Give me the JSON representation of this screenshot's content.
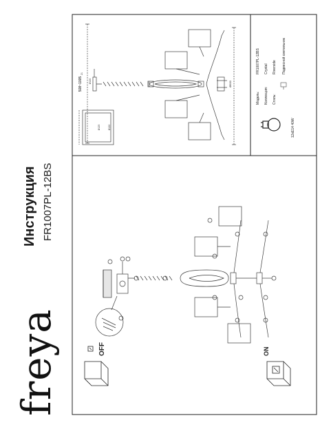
{
  "brand": "freya",
  "title": "Инструкция",
  "model_code": "FR1007PL-12BS",
  "spec_table": {
    "model_label": "Модель:",
    "model_value": "FR1007PL-12BS",
    "collection_label": "Коллекция:",
    "collection_value": "Crystal",
    "style_label": "Стиль:",
    "style_value": "Riverside",
    "type_value": "Подвесной светильник"
  },
  "lamp_spec": "12xE14 40W",
  "dimensions": {
    "top_width": "508~1005",
    "canopy_dia": "Ø120",
    "canopy_height": "21",
    "total_height": "Ø600",
    "bottom_width": "Ø130",
    "canopy_side": "Ø125",
    "canopy_small": "Ø120"
  },
  "power": {
    "off_label": "OFF",
    "on_label": "ON"
  },
  "colors": {
    "line": "#3a3a3a",
    "frame": "#222222"
  }
}
